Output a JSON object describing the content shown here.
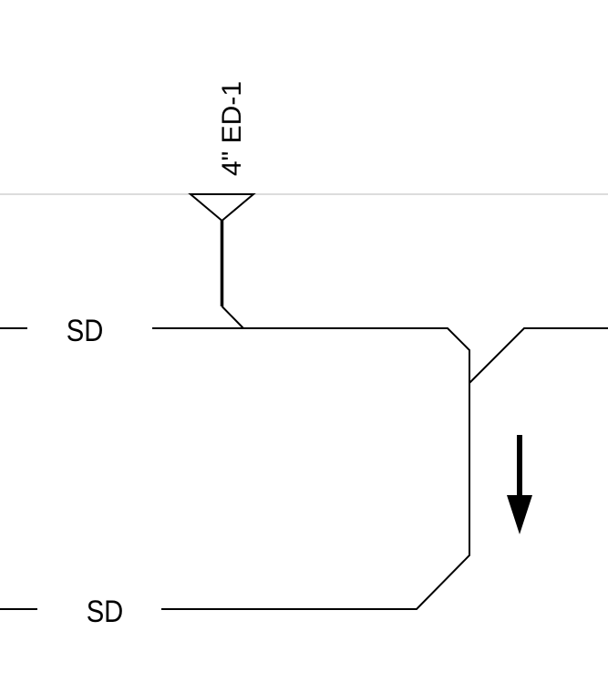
{
  "labels": {
    "drain_callout": "4\" ED-1",
    "upper_pipe": "SD",
    "lower_pipe": "SD"
  },
  "colors": {
    "line": "#000000",
    "reference_line": "#b8b8b8",
    "background": "#ffffff"
  },
  "icons": {
    "drain_symbol": "inverted-triangle",
    "flow_direction": "arrow-down"
  }
}
